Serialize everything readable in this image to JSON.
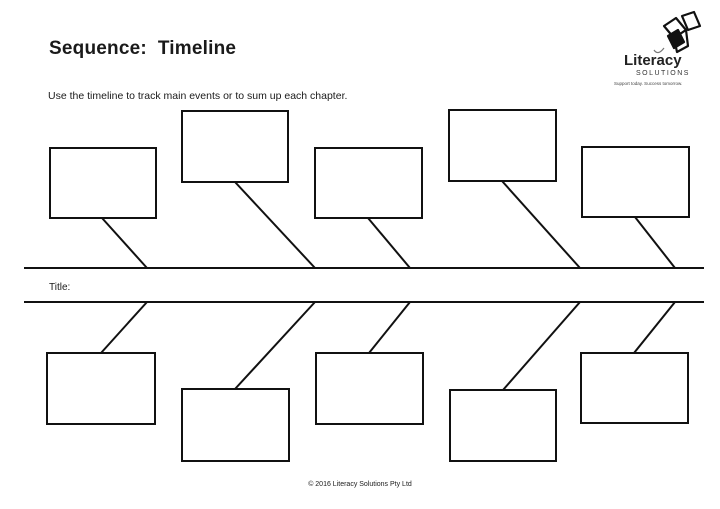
{
  "worksheet": {
    "title": "Sequence:  Timeline",
    "instruction": "Use the timeline to track main events or to sum up each chapter.",
    "title_field_label": "Title:",
    "footer": "© 2016 Literacy Solutions Pty Ltd"
  },
  "logo": {
    "name": "Literacy",
    "subtitle": "SOLUTIONS",
    "tagline": "Support today. Success tomorrow."
  }
}
